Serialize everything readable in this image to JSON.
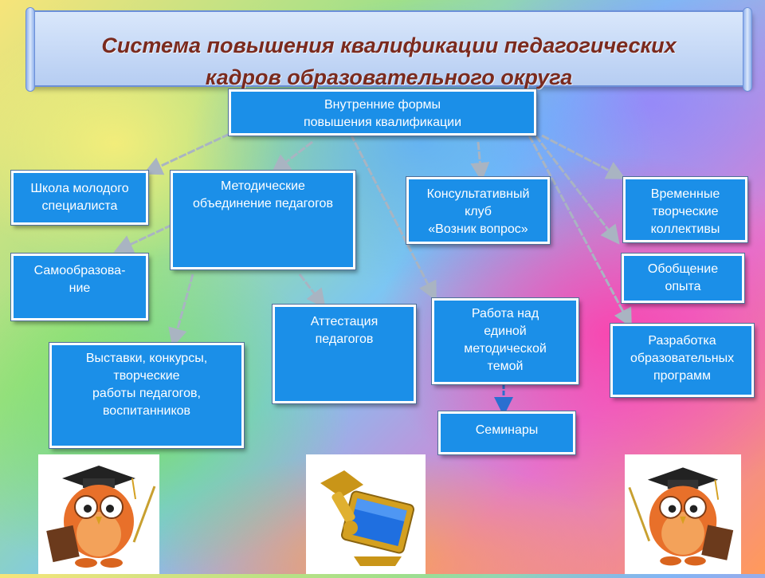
{
  "title": {
    "line1": "Система повышения квалификации педагогических",
    "line2": "кадров образовательного округа"
  },
  "nodes": {
    "root": "Внутренние формы\nповышения квалификации",
    "school": "Школа молодого\nспециалиста",
    "method": "Методические\nобъединение педагогов",
    "consult": "Консультативный\nклуб\n«Возник вопрос»",
    "temp": "Временные\nтворческие\nколлективы",
    "self": "Самообразова-\nние",
    "generalize": "Обобщение\nопыта",
    "attest": "Аттестация\nпедагогов",
    "unified": "Работа над\nединой\nметодической\nтемой",
    "programs": "Разработка\nобразовательных\nпрограмм",
    "exhibits": "Выставки, конкурсы,\nтворческие\nработы педагогов,\nвоспитанников",
    "seminars": "Семинары"
  },
  "images": {
    "left": "owl-graduate-icon",
    "center": "computer-graduation-icon",
    "right": "owl-graduate-icon"
  },
  "colors": {
    "box": "#1b8fe8",
    "title": "#7a2a1e",
    "arrow": "#a9b4c2"
  }
}
